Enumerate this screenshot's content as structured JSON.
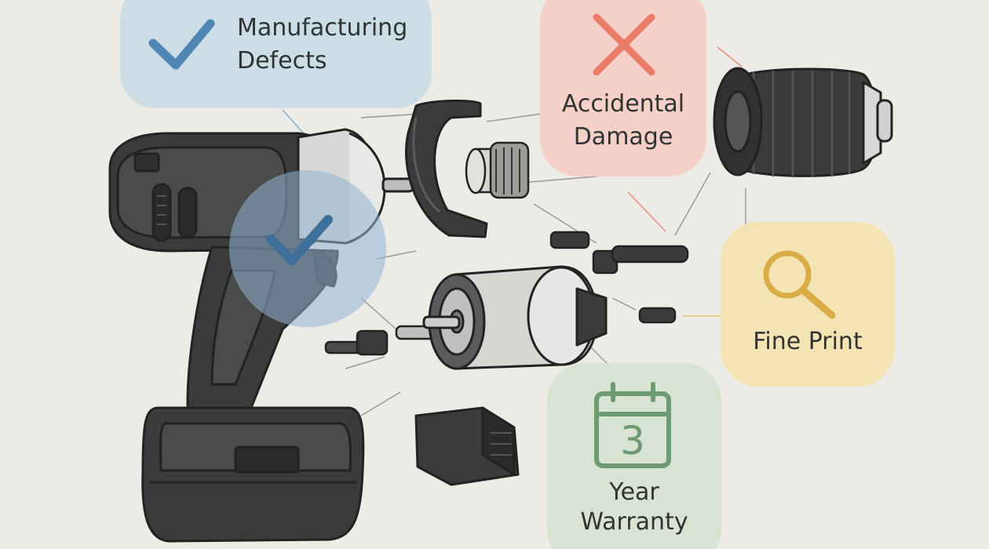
{
  "callouts": {
    "manufacturing": {
      "line1": "Manufacturing",
      "line2": "Defects",
      "status": "covered",
      "icon": "checkmark-icon",
      "color": "#c9dbe5"
    },
    "accidental": {
      "line1": "Accidental",
      "line2": "Damage",
      "status": "not-covered",
      "icon": "x-icon",
      "color": "#f6cfc6"
    },
    "fine_print": {
      "label": "Fine Print",
      "icon": "magnifier-icon",
      "color": "#f5e4b0"
    },
    "warranty": {
      "calendar_number": "3",
      "line1": "Year",
      "line2": "Warranty",
      "icon": "calendar-icon",
      "color": "#d7e3d3"
    }
  },
  "colors": {
    "background": "#ecebe6",
    "check_blue": "#4f86b3",
    "x_red": "#ea7d6a",
    "magnifier_gold": "#d9ac45",
    "calendar_green": "#6d9a70",
    "tool_body": "#3a3b3b"
  }
}
